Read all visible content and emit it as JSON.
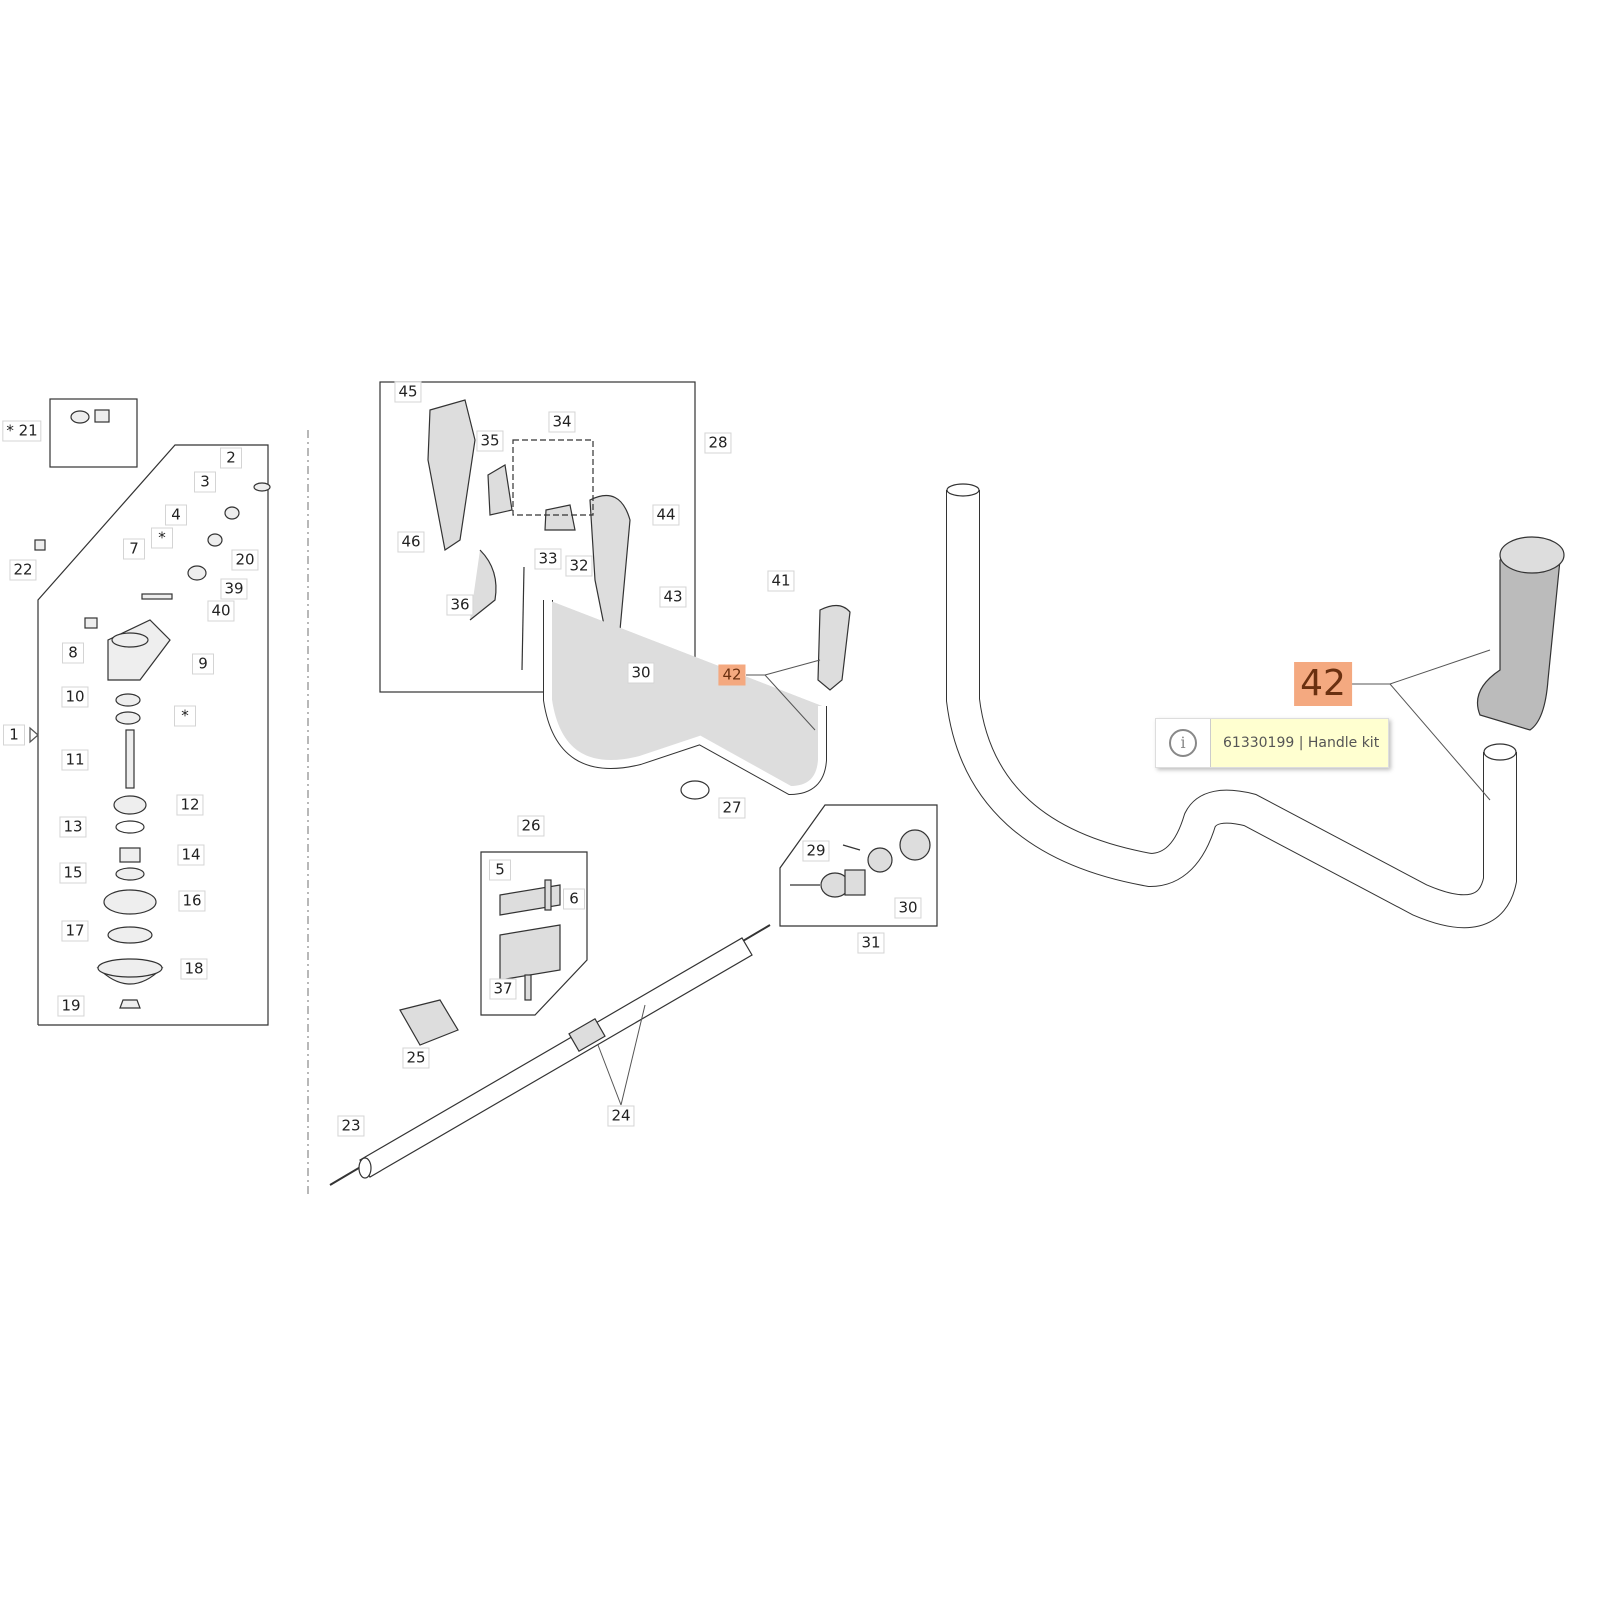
{
  "diagram": {
    "callouts": [
      "* 21",
      "2",
      "3",
      "4",
      "*",
      "20",
      "7",
      "39",
      "40",
      "22",
      "8",
      "9",
      "10",
      "*",
      "1",
      "11",
      "12",
      "13",
      "14",
      "15",
      "16",
      "17",
      "18",
      "19",
      "45",
      "34",
      "35",
      "28",
      "44",
      "46",
      "33",
      "32",
      "41",
      "43",
      "36",
      "42",
      "30",
      "27",
      "26",
      "29",
      "5",
      "6",
      "30",
      "31",
      "37",
      "25",
      "23",
      "24"
    ],
    "selected": {
      "number": "42",
      "color": "#f4a980"
    },
    "tooltip": {
      "icon": "info-icon",
      "symbol": "i",
      "text": "61330199 | Handle kit"
    }
  }
}
